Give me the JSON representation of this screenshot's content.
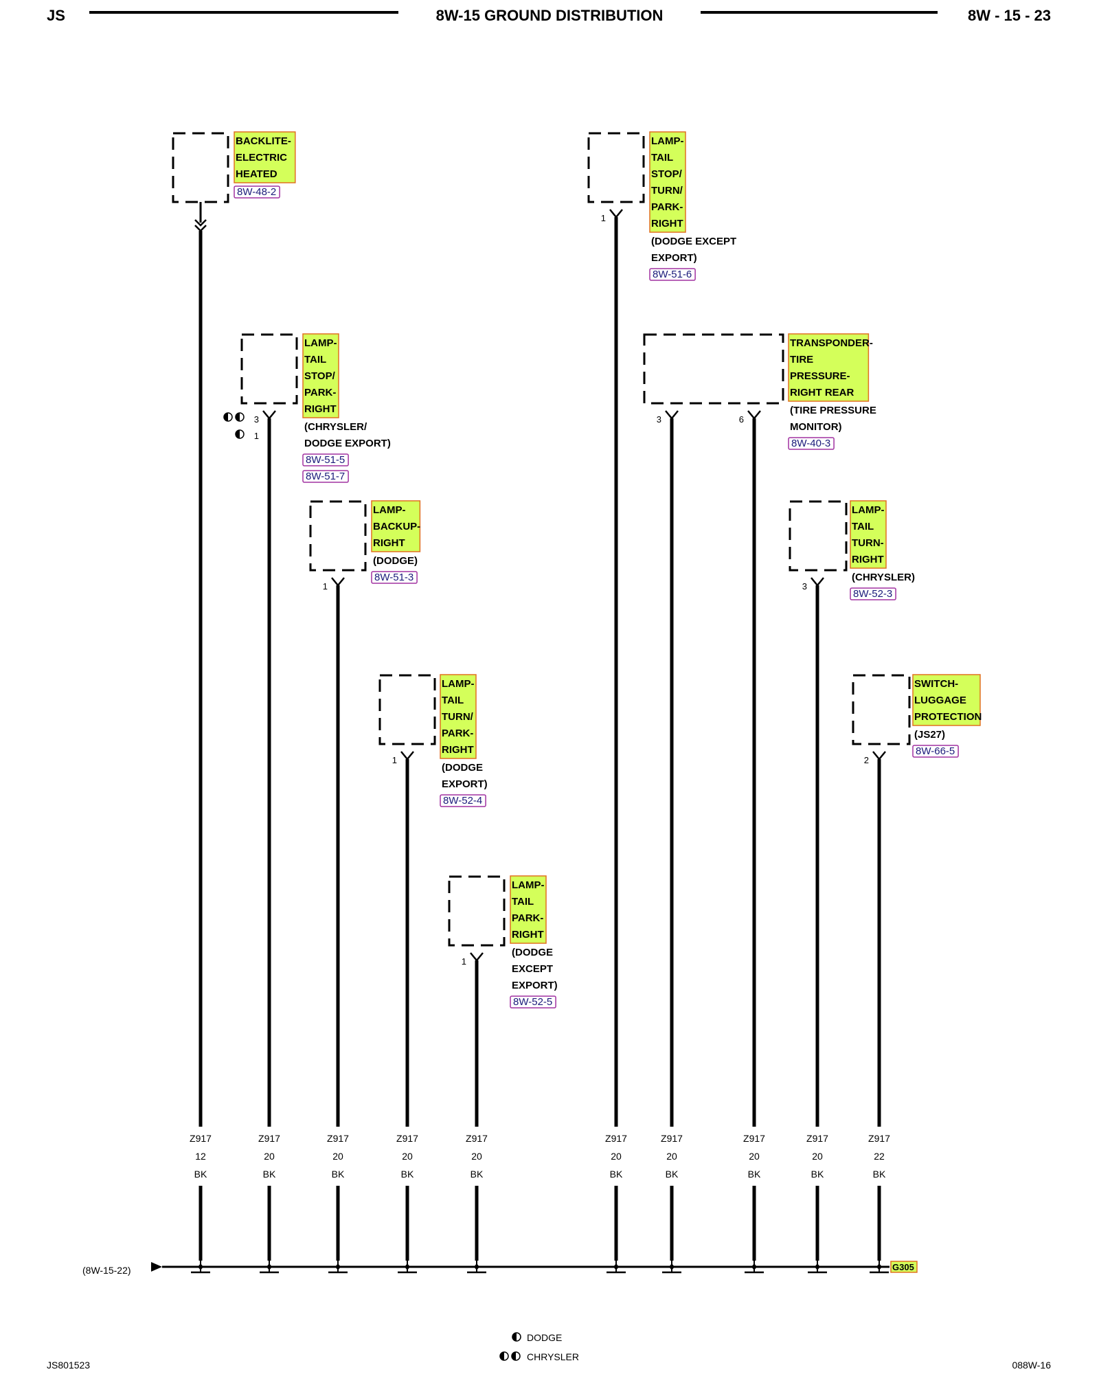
{
  "header": {
    "left": "JS",
    "title": "8W-15 GROUND DISTRIBUTION",
    "right": "8W - 15 - 23"
  },
  "components": [
    {
      "id": "backlite",
      "name_lines": [
        "BACKLITE-",
        "ELECTRIC",
        "HEATED"
      ],
      "note_lines": [],
      "refs": [
        "8W-48-2"
      ],
      "pin": "",
      "wire": {
        "circuit": "Z917",
        "gauge": "12",
        "color": "BK"
      }
    },
    {
      "id": "lamp-tail-stop-park-right",
      "name_lines": [
        "LAMP-",
        "TAIL",
        "STOP/",
        "PARK-",
        "RIGHT"
      ],
      "note_lines": [
        "(CHRYSLER/",
        "DODGE EXPORT)"
      ],
      "refs": [
        "8W-51-5",
        "8W-51-7"
      ],
      "pin": "3",
      "pin_alt": "1",
      "wire": {
        "circuit": "Z917",
        "gauge": "20",
        "color": "BK"
      }
    },
    {
      "id": "lamp-backup-right",
      "name_lines": [
        "LAMP-",
        "BACKUP-",
        "RIGHT"
      ],
      "note_lines": [
        "(DODGE)"
      ],
      "refs": [
        "8W-51-3"
      ],
      "pin": "1",
      "wire": {
        "circuit": "Z917",
        "gauge": "20",
        "color": "BK"
      }
    },
    {
      "id": "lamp-tail-turn-park-right",
      "name_lines": [
        "LAMP-",
        "TAIL",
        "TURN/",
        "PARK-",
        "RIGHT"
      ],
      "note_lines": [
        "(DODGE",
        "EXPORT)"
      ],
      "refs": [
        "8W-52-4"
      ],
      "pin": "1",
      "wire": {
        "circuit": "Z917",
        "gauge": "20",
        "color": "BK"
      }
    },
    {
      "id": "lamp-tail-park-right",
      "name_lines": [
        "LAMP-",
        "TAIL",
        "PARK-",
        "RIGHT"
      ],
      "note_lines": [
        "(DODGE",
        "EXCEPT",
        "EXPORT)"
      ],
      "refs": [
        "8W-52-5"
      ],
      "pin": "1",
      "wire": {
        "circuit": "Z917",
        "gauge": "20",
        "color": "BK"
      }
    },
    {
      "id": "lamp-tail-stop-turn-park-right",
      "name_lines": [
        "LAMP-",
        "TAIL",
        "STOP/",
        "TURN/",
        "PARK-",
        "RIGHT"
      ],
      "note_lines": [
        "(DODGE EXCEPT",
        "EXPORT)"
      ],
      "refs": [
        "8W-51-6"
      ],
      "pin": "1",
      "wire": {
        "circuit": "Z917",
        "gauge": "20",
        "color": "BK"
      }
    },
    {
      "id": "transponder",
      "name_lines": [
        "TRANSPONDER-",
        "TIRE",
        "PRESSURE-",
        "RIGHT REAR"
      ],
      "note_lines": [
        "(TIRE PRESSURE",
        "MONITOR)"
      ],
      "refs": [
        "8W-40-3"
      ],
      "pins": [
        "3",
        "6"
      ],
      "wires": [
        {
          "circuit": "Z917",
          "gauge": "20",
          "color": "BK"
        },
        {
          "circuit": "Z917",
          "gauge": "20",
          "color": "BK"
        }
      ]
    },
    {
      "id": "lamp-tail-turn-right",
      "name_lines": [
        "LAMP-",
        "TAIL",
        "TURN-",
        "RIGHT"
      ],
      "note_lines": [
        "(CHRYSLER)"
      ],
      "refs": [
        "8W-52-3"
      ],
      "pin": "3",
      "wire": {
        "circuit": "Z917",
        "gauge": "20",
        "color": "BK"
      }
    },
    {
      "id": "switch-luggage",
      "name_lines": [
        "SWITCH-",
        "LUGGAGE",
        "PROTECTION"
      ],
      "note_lines": [
        "(JS27)"
      ],
      "refs": [
        "8W-66-5"
      ],
      "pin": "2",
      "wire": {
        "circuit": "Z917",
        "gauge": "22",
        "color": "BK"
      }
    }
  ],
  "ground": {
    "from_ref": "(8W-15-22)",
    "label": "G305"
  },
  "legend": {
    "dodge": "DODGE",
    "chrysler": "CHRYSLER"
  },
  "footer": {
    "left": "JS801523",
    "right": "088W-16"
  },
  "colors": {
    "highlight": "#d4ff5a",
    "highlight_border": "#e07020",
    "ref_border": "#a030a0",
    "ink": "#000000"
  }
}
